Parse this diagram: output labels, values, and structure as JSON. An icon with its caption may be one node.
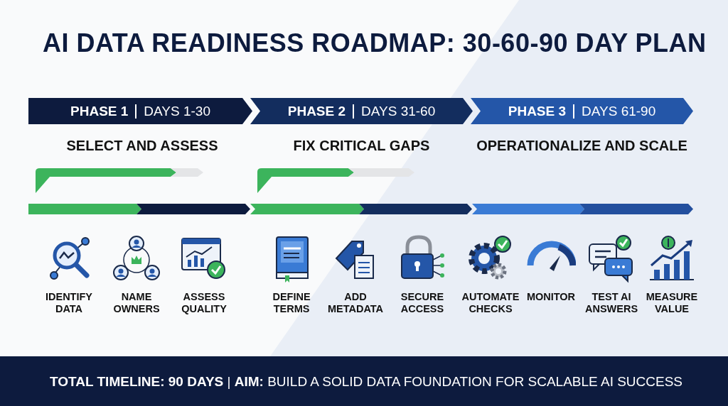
{
  "diagram": {
    "title": "AI DATA READINESS ROADMAP: 30-60-90 DAY PLAN",
    "caption": "**TOTAL TIMELINE: 90 DAYS** | **AIM:** BUILD A SOLID DATA FOUNDATION FOR SCALABLE AI SUCCESS",
    "nodes": [
      {
        "text": [
          "PHASE 1",
          "DAYS 1-30"
        ],
        "beside": [
          "SELECT AND ASSESS"
        ]
      },
      {
        "text": [
          "PHASE 2",
          "DAYS 31-60"
        ],
        "beside": [
          "FIX CRITICAL GAPS"
        ]
      },
      {
        "text": [
          "PHASE 3",
          "DAYS 61-90"
        ],
        "beside": [
          "OPERATIONALIZE AND SCALE"
        ]
      }
    ],
    "labels": [
      "IDENTIFY DATA",
      "NAME OWNERS",
      "ASSESS QUALITY",
      "DEFINE TERMS",
      "ADD METADATA",
      "SECURE ACCESS",
      "AUTOMATE CHECKS",
      "MONITOR",
      "TEST AI ANSWERS",
      "MEASURE VALUE"
    ]
  }
}
